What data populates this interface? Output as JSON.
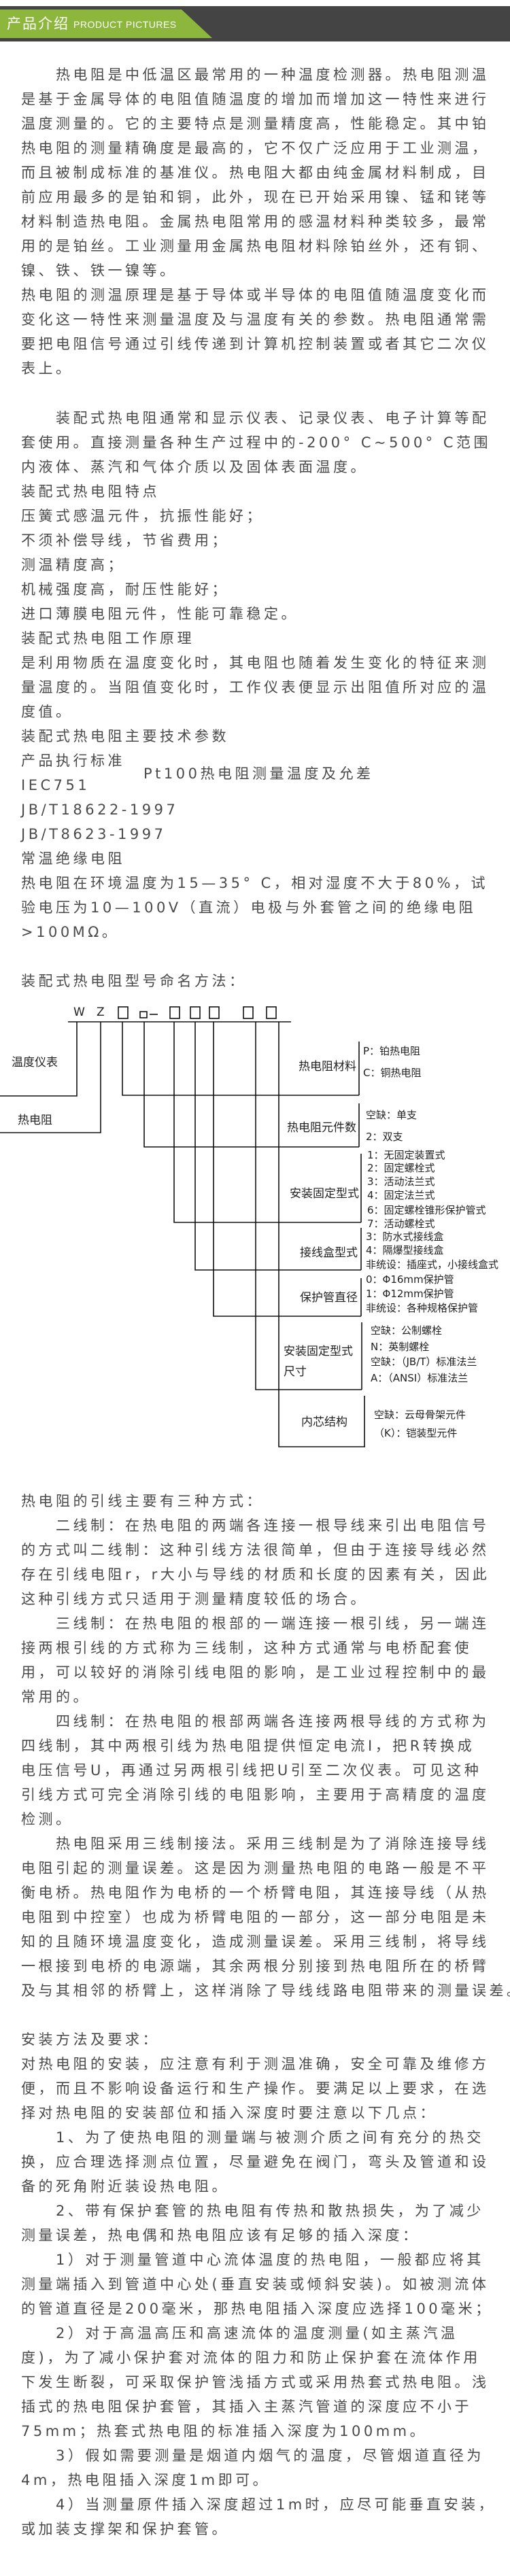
{
  "header": {
    "title_cn": "产品介绍",
    "title_en": "PRODUCT  PICTURES",
    "colors": {
      "bar": "#444444",
      "accent": "#8cb73c"
    }
  },
  "intro": [
    {
      "indent": true,
      "lines": [
        "热电阻是中低温区最常用的一种温度检测器。热电阻测温",
        "是基于金属导体的电阻值随温度的增加而增加这一特性来进行",
        "温度测量的。它的主要特点是测量精度高，性能稳定。其中铂",
        "热电阻的测量精确度是最高的，它不仅广泛应用于工业测温，",
        "而且被制成标准的基准仪。热电阻大都由纯金属材料制成，目",
        "前应用最多的是铂和铜，此外，现在已开始采用镍、锰和铑等",
        "材料制造热电阻。金属热电阻常用的感温材料种类较多，最常",
        "用的是铂丝。工业测量用金属热电阻材料除铂丝外，还有铜、",
        "镍、铁、铁一镍等。"
      ]
    },
    {
      "indent": false,
      "lines": [
        "热电阻的测温原理是基于导体或半导体的电阻值随温度变化而",
        "变化这一特性来测量温度及与温度有关的参数。热电阻通常需",
        "要把电阻信号通过引线传递到计算机控制装置或者其它二次仪",
        "表上。"
      ]
    }
  ],
  "assembly": [
    {
      "indent": true,
      "lines": [
        "装配式热电阻通常和显示仪表、记录仪表、电子计算等配",
        "套使用。直接测量各种生产过程中的-200° C~500° C范围",
        "内液体、蒸汽和气体介质以及固体表面温度。"
      ]
    },
    {
      "indent": false,
      "lines": [
        "装配式热电阻特点",
        "压簧式感温元件，抗振性能好；",
        "不须补偿导线，节省费用；",
        "测温精度高；",
        "机械强度高，耐压性能好；",
        "进口薄膜电阻元件，性能可靠稳定。",
        "装配式热电阻工作原理",
        "是利用物质在温度变化时，其电阻也随着发生变化的特征来测",
        "量温度的。当阻值变化时，工作仪表便显示出阻值所对应的温",
        "度值。",
        "装配式热电阻主要技术参数",
        "产品执行标准",
        "IEC751",
        "JB/T18622-1997",
        "JB/T8623-1997",
        "常温绝缘电阻",
        "热电阻在环境温度为15—35° C，相对湿度不大于80%，试",
        "验电压为10—100V（直流）电极与外套管之间的绝缘电阻",
        ">100MΩ。"
      ]
    }
  ],
  "pt100_label": "Pt100热电阻测量温度及允差",
  "model_heading": "装配式热电阻型号命名方法：",
  "diagram": {
    "code_letters": [
      "W",
      "Z"
    ],
    "groups": {
      "instrument": "温度仪表",
      "rtd": "热电阻",
      "material": {
        "label": "热电阻材料",
        "options": [
          "P：铂热电阻",
          "C：铜热电阻"
        ]
      },
      "elements": {
        "label": "热电阻元件数",
        "options": [
          "空缺：单支",
          "2：双支"
        ]
      },
      "mounting": {
        "label": "安装固定型式",
        "options": [
          "1：无固定装置式",
          "2：固定螺栓式",
          "3：活动法兰式",
          "4：固定法兰式",
          "6：固定螺栓锥形保护管式",
          "7：活动螺栓式"
        ]
      },
      "junction": {
        "label": "接线盒型式",
        "options": [
          "3：防水式接线盒",
          "4：隔爆型接线盒",
          "非统设：插座式，小接线盒式"
        ]
      },
      "tube": {
        "label": "保护管直径",
        "options": [
          "0：Φ16mm保护管",
          "1：Φ12mm保护管",
          "非统设：各种规格保护管"
        ]
      },
      "mount_size": {
        "label_line1": "安装固定型式",
        "label_line2": "尺寸",
        "options": [
          "空缺：公制螺栓",
          "N：英制螺栓",
          "空缺：（JB/T）标准法兰",
          "A：（ANSI）标准法兰"
        ]
      },
      "core": {
        "label": "内芯结构",
        "options": [
          "空缺：云母骨架元件",
          "（K）：铠装型元件"
        ]
      }
    }
  },
  "wiring": [
    {
      "indent": false,
      "lines": [
        "热电阻的引线主要有三种方式："
      ]
    },
    {
      "indent": true,
      "lines": [
        "二线制：在热电阻的两端各连接一根导线来引出电阻信号",
        "的方式叫二线制：这种引线方法很简单，但由于连接导线必然",
        "存在引线电阻r，r大小与导线的材质和长度的因素有关，因此",
        "这种引线方式只适用于测量精度较低的场合。"
      ]
    },
    {
      "indent": true,
      "lines": [
        "三线制：在热电阻的根部的一端连接一根引线，另一端连",
        "接两根引线的方式称为三线制，这种方式通常与电桥配套使",
        "用，可以较好的消除引线电阻的影响，是工业过程控制中的最",
        "常用的。"
      ]
    },
    {
      "indent": true,
      "lines": [
        "四线制：在热电阻的根部两端各连接两根导线的方式称为",
        "四线制，其中两根引线为热电阻提供恒定电流I，把R转换成",
        "电压信号U，再通过另两根引线把U引至二次仪表。可见这种",
        "引线方式可完全消除引线的电阻影响，主要用于高精度的温度",
        "检测。"
      ]
    },
    {
      "indent": true,
      "lines": [
        "热电阻采用三线制接法。采用三线制是为了消除连接导线",
        "电阻引起的测量误差。这是因为测量热电阻的电路一般是不平",
        "衡电桥。热电阻作为电桥的一个桥臂电阻，其连接导线（从热",
        "电阻到中控室）也成为桥臂电阻的一部分，这一部分电阻是未",
        "知的且随环境温度变化，造成测量误差。采用三线制，将导线",
        "一根接到电桥的电源端，其余两根分别接到热电阻所在的桥臂",
        "及与其相邻的桥臂上，这样消除了导线线路电阻带来的测量误差。"
      ]
    }
  ],
  "install_heading": "安装方法及要求：",
  "install": [
    {
      "indent": false,
      "lines": [
        "对热电阻的安装，应注意有利于测温准确，安全可靠及维修方",
        "便，而且不影响设备运行和生产操作。要满足以上要求，在选",
        "择对热电阻的安装部位和插入深度时要注意以下几点："
      ]
    },
    {
      "indent": true,
      "lines": [
        "1、为了使热电阻的测量端与被测介质之间有充分的热交",
        "换，应合理选择测点位置，尽量避免在阀门，弯头及管道和设",
        "备的死角附近装设热电阻。"
      ]
    },
    {
      "indent": true,
      "lines": [
        "2、带有保护套管的热电阻有传热和散热损失，为了减少",
        "测量误差，热电偶和热电阻应该有足够的插入深度："
      ]
    },
    {
      "indent": true,
      "lines": [
        "1）对于测量管道中心流体温度的热电阻，一般都应将其",
        "测量端插入到管道中心处(垂直安装或倾斜安装)。如被测流体",
        "的管道直径是200毫米，那热电阻插入深度应选择100毫米；"
      ]
    },
    {
      "indent": true,
      "lines": [
        "2）对于高温高压和高速流体的温度测量(如主蒸汽温",
        "度)，为了减小保护套对流体的阻力和防止保护套在流体作用",
        "下发生断裂，可采取保护管浅插方式或采用热套式热电阻。浅",
        "插式的热电阻保护套管，其插入主蒸汽管道的深度应不小于",
        "75mm；热套式热电阻的标准插入深度为100mm。"
      ]
    },
    {
      "indent": true,
      "lines": [
        "3）假如需要测量是烟道内烟气的温度，尽管烟道直径为",
        "4m，热电阻插入深度1m即可。"
      ]
    },
    {
      "indent": true,
      "lines": [
        "4）当测量原件插入深度超过1m时，应尽可能垂直安装，",
        "或加装支撑架和保护套管。"
      ]
    }
  ]
}
